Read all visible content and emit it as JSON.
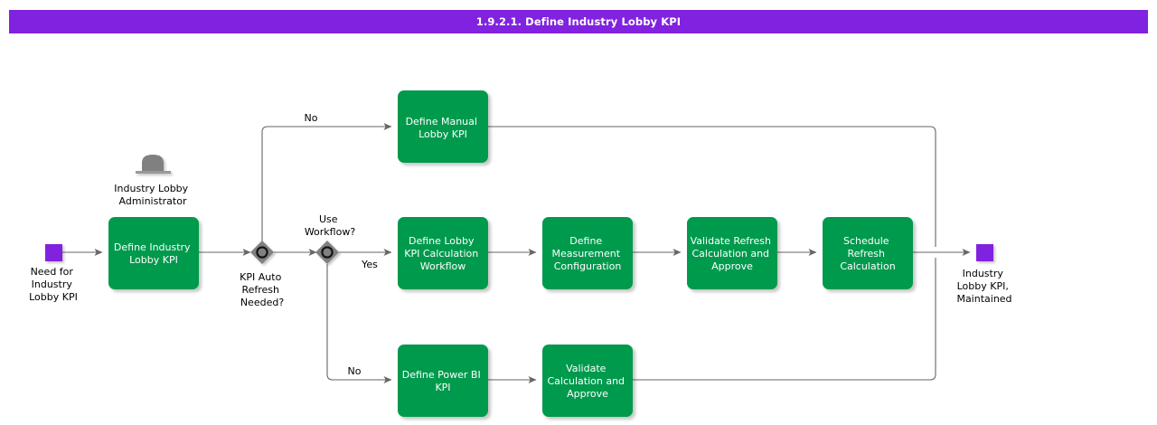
{
  "banner": {
    "title": "1.9.2.1. Define Industry Lobby KPI",
    "color": "#8122e0"
  },
  "palette": {
    "task_fill": "#069a4e",
    "event_fill": "#8122e0",
    "gateway_fill": "#808080",
    "connector": "#666666",
    "actor_fill": "#808080"
  },
  "events": {
    "start": {
      "label": "Need for\nIndustry\nLobby KPI",
      "name": "start-event"
    },
    "end": {
      "label": "Industry\nLobby KPI,\nMaintained",
      "name": "end-event"
    }
  },
  "actor": {
    "label": "Industry Lobby\nAdministrator"
  },
  "gateways": [
    {
      "id": "gw1",
      "label": "KPI Auto\nRefresh\nNeeded?",
      "label_pos": "below"
    },
    {
      "id": "gw2",
      "label": "Use\nWorkflow?",
      "label_pos": "above"
    }
  ],
  "tasks": [
    {
      "id": "t-define-industry-lobby-kpi",
      "label": "Define Industry\nLobby KPI"
    },
    {
      "id": "t-define-manual-lobby-kpi",
      "label": "Define Manual\nLobby KPI"
    },
    {
      "id": "t-define-lobby-kpi-calculation-workflow",
      "label": "Define Lobby\nKPI Calculation\nWorkflow"
    },
    {
      "id": "t-define-measurement-configuration",
      "label": "Define\nMeasurement\nConfiguration"
    },
    {
      "id": "t-validate-refresh-calculation-and-approve",
      "label": "Validate Refresh\nCalculation and\nApprove"
    },
    {
      "id": "t-schedule-refresh-calculation",
      "label": "Schedule\nRefresh\nCalculation"
    },
    {
      "id": "t-define-power-bi-kpi",
      "label": "Define Power BI\nKPI"
    },
    {
      "id": "t-validate-calculation-and-approve",
      "label": "Validate\nCalculation and\nApprove"
    }
  ],
  "edge_labels": [
    {
      "id": "edge-no-top",
      "text": "No"
    },
    {
      "id": "edge-yes-middle",
      "text": "Yes"
    },
    {
      "id": "edge-no-bottom",
      "text": "No"
    }
  ]
}
